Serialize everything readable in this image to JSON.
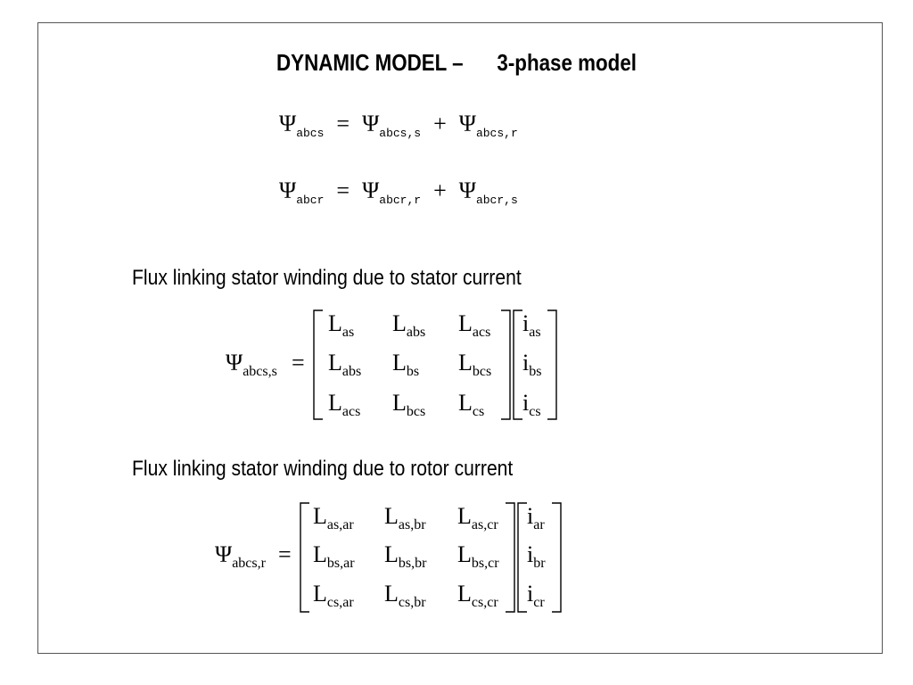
{
  "title": {
    "left": "DYNAMIC MODEL –",
    "right": "3-phase model"
  },
  "eq1": {
    "lhs_sub": "abcs",
    "op1": "=",
    "t1_sub": "abcs,s",
    "op2": "+",
    "t2_sub": "abcs,r"
  },
  "eq2": {
    "lhs_sub": "abcr",
    "op1": "=",
    "t1_sub": "abcr,r",
    "op2": "+",
    "t2_sub": "abcr,s"
  },
  "symbol": "Ψ",
  "section1": {
    "caption": "Flux linking stator winding due to stator current",
    "lhs_sub": "abcs,s",
    "equals": "=",
    "matrix": [
      [
        {
          "b": "L",
          "s": "as"
        },
        {
          "b": "L",
          "s": "abs"
        },
        {
          "b": "L",
          "s": "acs"
        }
      ],
      [
        {
          "b": "L",
          "s": "abs"
        },
        {
          "b": "L",
          "s": "bs"
        },
        {
          "b": "L",
          "s": "bcs"
        }
      ],
      [
        {
          "b": "L",
          "s": "acs"
        },
        {
          "b": "L",
          "s": "bcs"
        },
        {
          "b": "L",
          "s": "cs"
        }
      ]
    ],
    "vector": [
      {
        "b": "i",
        "s": "as"
      },
      {
        "b": "i",
        "s": "bs"
      },
      {
        "b": "i",
        "s": "cs"
      }
    ]
  },
  "section2": {
    "caption": "Flux linking stator winding due to rotor current",
    "lhs_sub": "abcs,r",
    "equals": "=",
    "matrix": [
      [
        {
          "b": "L",
          "s": "as,ar"
        },
        {
          "b": "L",
          "s": "as,br"
        },
        {
          "b": "L",
          "s": "as,cr"
        }
      ],
      [
        {
          "b": "L",
          "s": "bs,ar"
        },
        {
          "b": "L",
          "s": "bs,br"
        },
        {
          "b": "L",
          "s": "bs,cr"
        }
      ],
      [
        {
          "b": "L",
          "s": "cs,ar"
        },
        {
          "b": "L",
          "s": "cs,br"
        },
        {
          "b": "L",
          "s": "cs,cr"
        }
      ]
    ],
    "vector": [
      {
        "b": "i",
        "s": "ar"
      },
      {
        "b": "i",
        "s": "br"
      },
      {
        "b": "i",
        "s": "cr"
      }
    ]
  }
}
